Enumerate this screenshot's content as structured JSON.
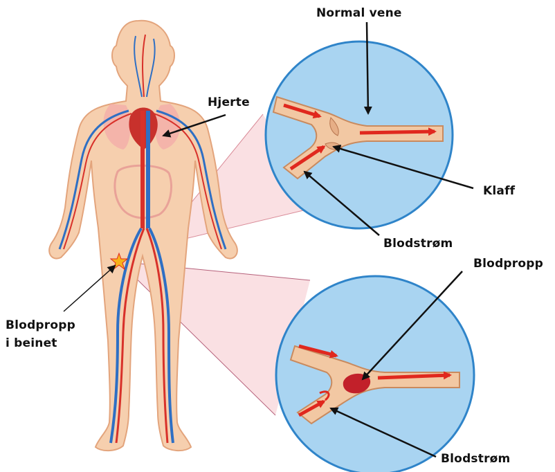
{
  "labels": {
    "normal_vein": "Normal vene",
    "heart": "Hjerte",
    "valve": "Klaff",
    "blood_flow_top": "Blodstrøm",
    "clot": "Blodpropp",
    "clot_in_leg_line1": "Blodpropp",
    "clot_in_leg_line2": "i beinet",
    "blood_flow_bottom": "Blodstrøm"
  },
  "colors": {
    "skin": "#f6cfae",
    "skin_outline": "#e3a47c",
    "vein": "#2e6fc4",
    "artery": "#d8312a",
    "circle_fill": "#a9d4f1",
    "circle_border": "#2f84c9",
    "vessel_wall": "#f2c8a3",
    "flow_arrow": "#e0281e",
    "clot": "#c2202a",
    "zoom_cone": "#f6c6cc",
    "star": "#f7b21a"
  }
}
